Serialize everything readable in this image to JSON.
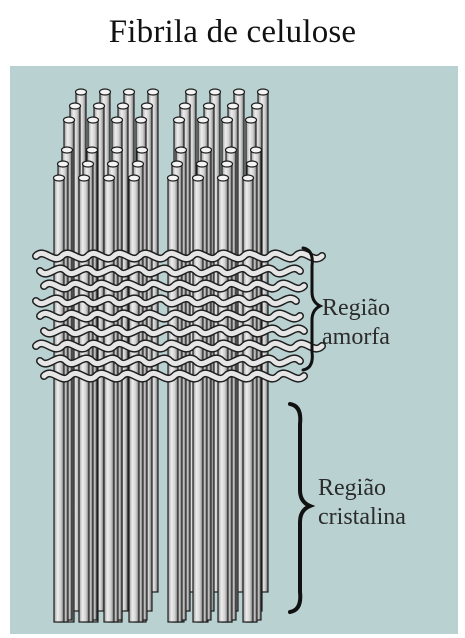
{
  "title": "Fibrila de celulose",
  "labels": {
    "amorphous_line1": "Região",
    "amorphous_line2": "amorfa",
    "crystalline_line1": "Região",
    "crystalline_line2": "cristalina"
  },
  "colors": {
    "background_panel": "#b9d1d1",
    "rod_fill": "#dcdcdc",
    "rod_outline": "#1e1e1e",
    "text": "#2c2c2c"
  }
}
